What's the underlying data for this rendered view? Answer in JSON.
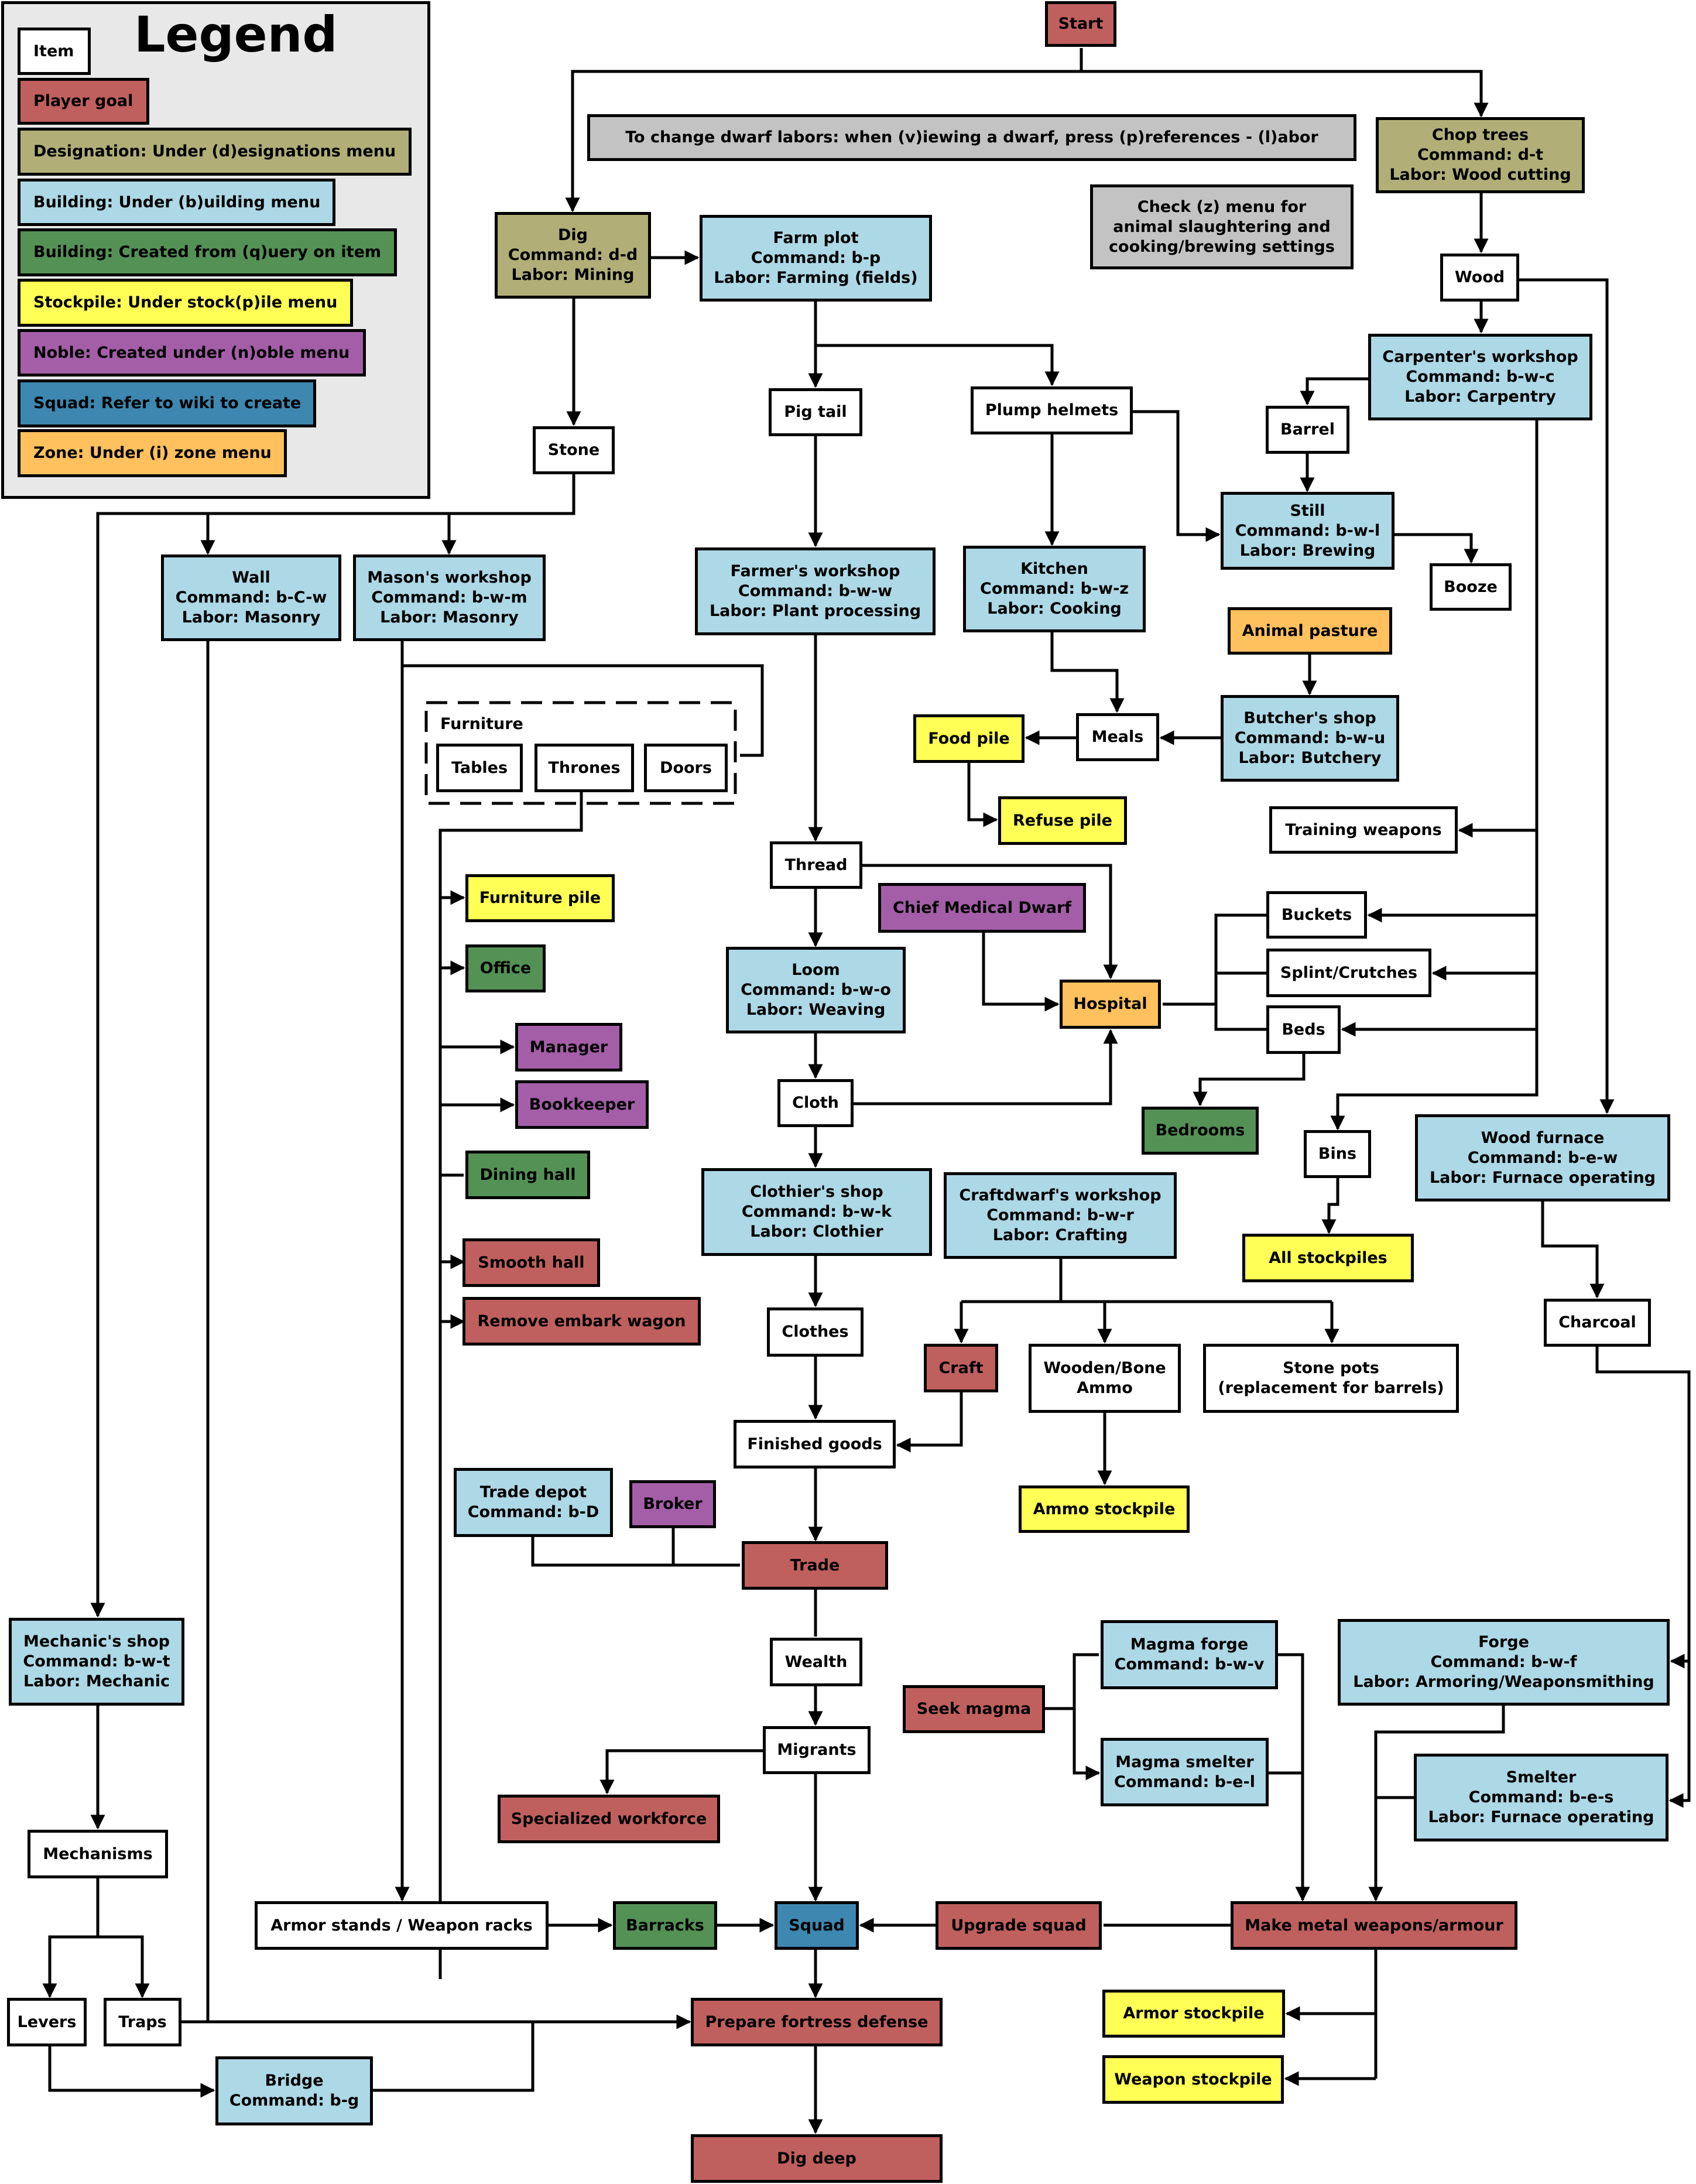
{
  "legend": {
    "title": "Legend",
    "entries": [
      {
        "id": "item",
        "label": "Item",
        "color": "#ffffff"
      },
      {
        "id": "goal",
        "label": "Player goal",
        "color": "#c0605e"
      },
      {
        "id": "designation",
        "label": "Designation: Under (d)esignations menu",
        "color": "#b1ae78"
      },
      {
        "id": "building",
        "label": "Building: Under (b)uilding menu",
        "color": "#add8e6"
      },
      {
        "id": "query",
        "label": "Building: Created from (q)uery on item",
        "color": "#549155"
      },
      {
        "id": "stockpile",
        "label": "Stockpile: Under stock(p)ile menu",
        "color": "#ffff55"
      },
      {
        "id": "noble",
        "label": "Noble: Created under (n)oble menu",
        "color": "#a45ea8"
      },
      {
        "id": "squad",
        "label": "Squad: Refer to wiki to create",
        "color": "#3d87b0"
      },
      {
        "id": "zone",
        "label": "Zone: Under (i) zone menu",
        "color": "#ffc05e"
      }
    ]
  },
  "notes": {
    "labors": "To change dwarf labors: when (v)iewing a dwarf, press (p)references - (l)abor",
    "zmenu": [
      "Check (z) menu for",
      "animal slaughtering and",
      "cooking/brewing settings"
    ],
    "note_color": "#c3c3c3"
  },
  "furniture_group_label": "Furniture",
  "nodes": [
    {
      "id": "start",
      "type": "goal",
      "lines": [
        "Start"
      ]
    },
    {
      "id": "chop",
      "type": "designation",
      "lines": [
        "Chop trees",
        "Command: d-t",
        "Labor: Wood cutting"
      ]
    },
    {
      "id": "dig",
      "type": "designation",
      "lines": [
        "Dig",
        "Command: d-d",
        "Labor: Mining"
      ]
    },
    {
      "id": "farm",
      "type": "building",
      "lines": [
        "Farm plot",
        "Command: b-p",
        "Labor: Farming (fields)"
      ]
    },
    {
      "id": "wood",
      "type": "item",
      "lines": [
        "Wood"
      ]
    },
    {
      "id": "carpenter",
      "type": "building",
      "lines": [
        "Carpenter's workshop",
        "Command: b-w-c",
        "Labor: Carpentry"
      ]
    },
    {
      "id": "pigtail",
      "type": "item",
      "lines": [
        "Pig tail"
      ]
    },
    {
      "id": "plump",
      "type": "item",
      "lines": [
        "Plump helmets"
      ]
    },
    {
      "id": "barrel",
      "type": "item",
      "lines": [
        "Barrel"
      ]
    },
    {
      "id": "stone",
      "type": "item",
      "lines": [
        "Stone"
      ]
    },
    {
      "id": "still",
      "type": "building",
      "lines": [
        "Still",
        "Command: b-w-l",
        "Labor: Brewing"
      ]
    },
    {
      "id": "booze",
      "type": "item",
      "lines": [
        "Booze"
      ]
    },
    {
      "id": "wall",
      "type": "building",
      "lines": [
        "Wall",
        "Command: b-C-w",
        "Labor: Masonry"
      ]
    },
    {
      "id": "mason",
      "type": "building",
      "lines": [
        "Mason's workshop",
        "Command: b-w-m",
        "Labor: Masonry"
      ]
    },
    {
      "id": "farmer",
      "type": "building",
      "lines": [
        "Farmer's workshop",
        "Command: b-w-w",
        "Labor: Plant processing"
      ]
    },
    {
      "id": "kitchen",
      "type": "building",
      "lines": [
        "Kitchen",
        "Command: b-w-z",
        "Labor: Cooking"
      ]
    },
    {
      "id": "pasture",
      "type": "zone",
      "lines": [
        "Animal pasture"
      ]
    },
    {
      "id": "butcher",
      "type": "building",
      "lines": [
        "Butcher's shop",
        "Command: b-w-u",
        "Labor: Butchery"
      ]
    },
    {
      "id": "meals",
      "type": "item",
      "lines": [
        "Meals"
      ]
    },
    {
      "id": "foodpile",
      "type": "stockpile",
      "lines": [
        "Food pile"
      ]
    },
    {
      "id": "refuse",
      "type": "stockpile",
      "lines": [
        "Refuse pile"
      ]
    },
    {
      "id": "tables",
      "type": "item",
      "lines": [
        "Tables"
      ]
    },
    {
      "id": "thrones",
      "type": "item",
      "lines": [
        "Thrones"
      ]
    },
    {
      "id": "doors",
      "type": "item",
      "lines": [
        "Doors"
      ]
    },
    {
      "id": "training",
      "type": "item",
      "lines": [
        "Training weapons"
      ]
    },
    {
      "id": "thread",
      "type": "item",
      "lines": [
        "Thread"
      ]
    },
    {
      "id": "furnpile",
      "type": "stockpile",
      "lines": [
        "Furniture pile"
      ]
    },
    {
      "id": "cmd",
      "type": "noble",
      "lines": [
        "Chief Medical Dwarf"
      ]
    },
    {
      "id": "buckets",
      "type": "item",
      "lines": [
        "Buckets"
      ]
    },
    {
      "id": "splint",
      "type": "item",
      "lines": [
        "Splint/Crutches"
      ]
    },
    {
      "id": "beds",
      "type": "item",
      "lines": [
        "Beds"
      ]
    },
    {
      "id": "hospital",
      "type": "zone",
      "lines": [
        "Hospital"
      ]
    },
    {
      "id": "loom",
      "type": "building",
      "lines": [
        "Loom",
        "Command: b-w-o",
        "Labor: Weaving"
      ]
    },
    {
      "id": "office",
      "type": "query",
      "lines": [
        "Office"
      ]
    },
    {
      "id": "manager",
      "type": "noble",
      "lines": [
        "Manager"
      ]
    },
    {
      "id": "bookkeeper",
      "type": "noble",
      "lines": [
        "Bookkeeper"
      ]
    },
    {
      "id": "cloth",
      "type": "item",
      "lines": [
        "Cloth"
      ]
    },
    {
      "id": "bedrooms",
      "type": "query",
      "lines": [
        "Bedrooms"
      ]
    },
    {
      "id": "bins",
      "type": "item",
      "lines": [
        "Bins"
      ]
    },
    {
      "id": "woodfurnace",
      "type": "building",
      "lines": [
        "Wood furnace",
        "Command: b-e-w",
        "Labor: Furnace operating"
      ]
    },
    {
      "id": "dining",
      "type": "query",
      "lines": [
        "Dining hall"
      ]
    },
    {
      "id": "clothier",
      "type": "building",
      "lines": [
        "Clothier's shop",
        "Command: b-w-k",
        "Labor: Clothier"
      ]
    },
    {
      "id": "craftdwarf",
      "type": "building",
      "lines": [
        "Craftdwarf's workshop",
        "Command: b-w-r",
        "Labor: Crafting"
      ]
    },
    {
      "id": "allpiles",
      "type": "stockpile",
      "lines": [
        "All stockpiles"
      ]
    },
    {
      "id": "smooth",
      "type": "goal",
      "lines": [
        "Smooth hall"
      ]
    },
    {
      "id": "embark",
      "type": "goal",
      "lines": [
        "Remove embark wagon"
      ]
    },
    {
      "id": "clothes",
      "type": "item",
      "lines": [
        "Clothes"
      ]
    },
    {
      "id": "charcoal",
      "type": "item",
      "lines": [
        "Charcoal"
      ]
    },
    {
      "id": "craft",
      "type": "goal",
      "lines": [
        "Craft"
      ]
    },
    {
      "id": "ammo",
      "type": "item",
      "lines": [
        "Wooden/Bone",
        "Ammo"
      ]
    },
    {
      "id": "pots",
      "type": "item",
      "lines": [
        "Stone pots",
        "(replacement for barrels)"
      ]
    },
    {
      "id": "finished",
      "type": "item",
      "lines": [
        "Finished goods"
      ]
    },
    {
      "id": "depot",
      "type": "building",
      "lines": [
        "Trade depot",
        "Command: b-D"
      ]
    },
    {
      "id": "broker",
      "type": "noble",
      "lines": [
        "Broker"
      ]
    },
    {
      "id": "ammopile",
      "type": "stockpile",
      "lines": [
        "Ammo stockpile"
      ]
    },
    {
      "id": "trade",
      "type": "goal",
      "lines": [
        "Trade"
      ]
    },
    {
      "id": "mechshop",
      "type": "building",
      "lines": [
        "Mechanic's shop",
        "Command: b-w-t",
        "Labor: Mechanic"
      ]
    },
    {
      "id": "wealth",
      "type": "item",
      "lines": [
        "Wealth"
      ]
    },
    {
      "id": "magmaforge",
      "type": "building",
      "lines": [
        "Magma forge",
        "Command: b-w-v"
      ]
    },
    {
      "id": "forge",
      "type": "building",
      "lines": [
        "Forge",
        "Command: b-w-f",
        "Labor: Armoring/Weaponsmithing"
      ]
    },
    {
      "id": "seekmagma",
      "type": "goal",
      "lines": [
        "Seek magma"
      ]
    },
    {
      "id": "migrants",
      "type": "item",
      "lines": [
        "Migrants"
      ]
    },
    {
      "id": "magmasmelter",
      "type": "building",
      "lines": [
        "Magma smelter",
        "Command: b-e-l"
      ]
    },
    {
      "id": "smelter",
      "type": "building",
      "lines": [
        "Smelter",
        "Command: b-e-s",
        "Labor: Furnace operating"
      ]
    },
    {
      "id": "specialized",
      "type": "goal",
      "lines": [
        "Specialized workforce"
      ]
    },
    {
      "id": "mechanisms",
      "type": "item",
      "lines": [
        "Mechanisms"
      ]
    },
    {
      "id": "armorstands",
      "type": "item",
      "lines": [
        "Armor stands / Weapon racks"
      ]
    },
    {
      "id": "barracks",
      "type": "query",
      "lines": [
        "Barracks"
      ]
    },
    {
      "id": "squad",
      "type": "squad",
      "lines": [
        "Squad"
      ]
    },
    {
      "id": "upgrade",
      "type": "goal",
      "lines": [
        "Upgrade squad"
      ]
    },
    {
      "id": "makemetal",
      "type": "goal",
      "lines": [
        "Make metal weapons/armour"
      ]
    },
    {
      "id": "armorpile",
      "type": "stockpile",
      "lines": [
        "Armor stockpile"
      ]
    },
    {
      "id": "levers",
      "type": "item",
      "lines": [
        "Levers"
      ]
    },
    {
      "id": "traps",
      "type": "item",
      "lines": [
        "Traps"
      ]
    },
    {
      "id": "prepare",
      "type": "goal",
      "lines": [
        "Prepare fortress defense"
      ]
    },
    {
      "id": "weaponpile",
      "type": "stockpile",
      "lines": [
        "Weapon stockpile"
      ]
    },
    {
      "id": "bridge",
      "type": "building",
      "lines": [
        "Bridge",
        "Command: b-g"
      ]
    },
    {
      "id": "digdeep",
      "type": "goal",
      "lines": [
        "Dig deep"
      ]
    }
  ]
}
